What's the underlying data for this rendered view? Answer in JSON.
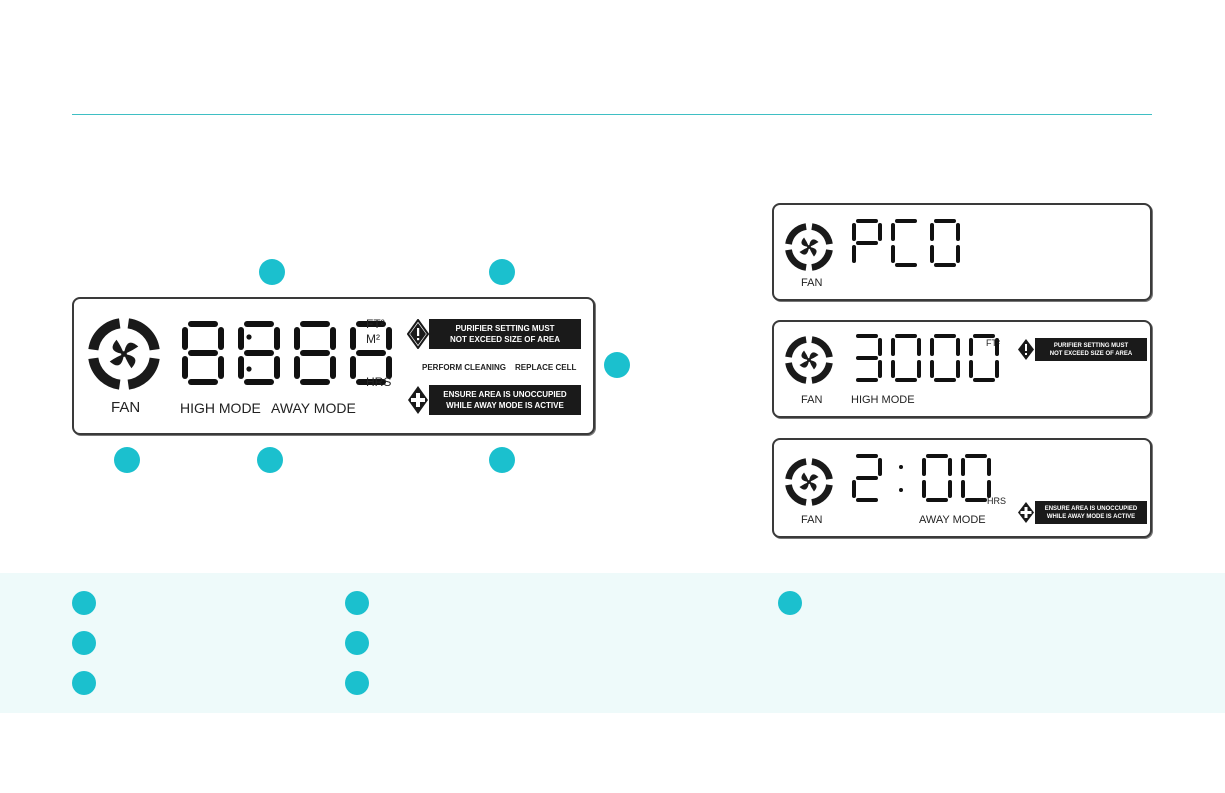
{
  "colors": {
    "accent": "#1bc0ce",
    "rule": "#3fbfc4",
    "legend_bg": "#eefafa",
    "lcd_border": "#3a3a3a",
    "badge_bg": "#1a1a1a"
  },
  "main_display": {
    "digits": "8888",
    "icons": [
      "fan-icon",
      "warning-icon",
      "away-icon"
    ],
    "fan_label": "FAN",
    "unit_ft": "FT²",
    "unit_m": "M²",
    "unit_hrs": "HRS",
    "high_mode": "HIGH MODE",
    "away_mode": "AWAY MODE",
    "perform_cleaning": "PERFORM CLEANING",
    "replace_cell": "REPLACE CELL",
    "warning_line1": "PURIFIER SETTING MUST",
    "warning_line2": "NOT EXCEED SIZE OF AREA",
    "away_line1": "ENSURE AREA IS UNOCCUPIED",
    "away_line2": "WHILE AWAY MODE IS ACTIVE"
  },
  "example_pco": {
    "text": "PCO",
    "fan_label": "FAN"
  },
  "example_area": {
    "digits": "3000",
    "fan_label": "FAN",
    "unit": "FT²",
    "mode": "HIGH MODE",
    "warning_line1": "PURIFIER SETTING MUST",
    "warning_line2": "NOT EXCEED SIZE OF AREA"
  },
  "example_timer": {
    "hours": "2",
    "minutes": "00",
    "fan_label": "FAN",
    "unit": "HRS",
    "mode": "AWAY MODE",
    "away_line1": "ENSURE AREA IS UNOCCUPIED",
    "away_line2": "WHILE AWAY MODE IS ACTIVE"
  },
  "legend": {
    "items": [
      "",
      "",
      "",
      "",
      "",
      "",
      ""
    ]
  }
}
